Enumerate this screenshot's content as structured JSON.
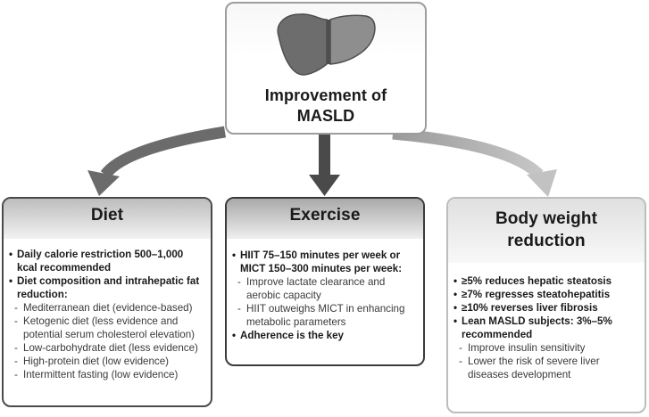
{
  "top": {
    "title_line1": "Improvement of",
    "title_line2": "MASLD"
  },
  "colors": {
    "arrow_left": "#6b6b6b",
    "arrow_center": "#4a4a4a",
    "arrow_right": "#b5b5b5",
    "liver": "#6d6d6d"
  },
  "diet": {
    "title": "Diet",
    "item1": "Daily calorie restriction 500–1,000 kcal recommended",
    "item2": "Diet composition and intrahepatic fat reduction:",
    "sub1": "Mediterranean diet (evidence-based)",
    "sub2": "Ketogenic diet (less evidence and potential serum cholesterol elevation)",
    "sub3": "Low-carbohydrate diet (less evidence)",
    "sub4": "High-protein diet (low evidence)",
    "sub5": "Intermittent fasting (low evidence)"
  },
  "exercise": {
    "title": "Exercise",
    "item1": "HIIT 75–150 minutes per week or MICT 150–300 minutes per week:",
    "sub1": "Improve lactate clearance and aerobic capacity",
    "sub2": "HIIT outweighs MICT in enhancing metabolic parameters",
    "item2": "Adherence is the key"
  },
  "weight": {
    "title_line1": "Body weight",
    "title_line2": "reduction",
    "item1": "≥5% reduces hepatic steatosis",
    "item2": "≥7% regresses steatohepatitis",
    "item3": "≥10% reverses liver fibrosis",
    "item4": "Lean MASLD subjects: 3%–5% recommended",
    "sub1": "Improve insulin sensitivity",
    "sub2": "Lower the risk of severe liver diseases development"
  }
}
